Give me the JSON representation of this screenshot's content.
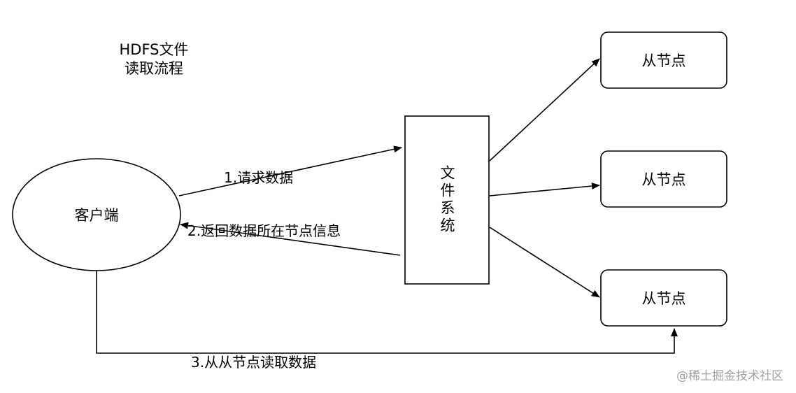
{
  "title": {
    "line1": "HDFS文件",
    "line2": "读取流程"
  },
  "nodes": {
    "client": "客户端",
    "filesystem": "文件系统",
    "slaves": [
      "从节点",
      "从节点",
      "从节点"
    ]
  },
  "edges": {
    "request": "1.请求数据",
    "return": "2.返回数据所在节点信息",
    "read": "3.从从节点读取数据"
  },
  "watermark": "@稀土掘金技术社区"
}
